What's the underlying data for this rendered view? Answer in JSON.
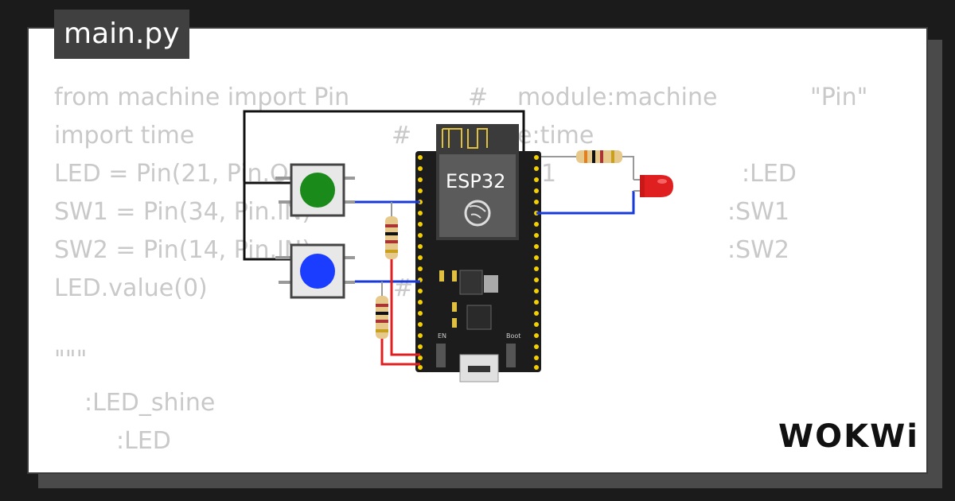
{
  "file_tab": {
    "label": "main.py"
  },
  "code": {
    "lines": [
      "from machine import Pin",
      "import time",
      "LED = Pin(21, Pin.OU",
      "SW1 = Pin(34, Pin.IN)",
      "SW2 = Pin(14, Pin.IN)",
      "LED.value(0)",
      "\"\"\"",
      ":LED_shine",
      ":LED"
    ],
    "comments": [
      "#",
      "module:machine",
      "\"Pin\"",
      "#",
      "e:time",
      "1",
      ":LED",
      ":SW1",
      ":SW2",
      "#"
    ]
  },
  "board": {
    "label": "ESP32",
    "en_label": "EN",
    "boot_label": "Boot"
  },
  "logo": {
    "text": "WOKWi"
  },
  "colors": {
    "background": "#1b1b1b",
    "card": "#ffffff",
    "tab": "#404040",
    "code_text": "#c9c9c9",
    "button_green": "#1a8a1a",
    "button_blue": "#1a3dff",
    "led_red": "#e02020",
    "wire_blue": "#1a3ad8",
    "wire_red": "#e02020",
    "wire_black": "#111111"
  }
}
